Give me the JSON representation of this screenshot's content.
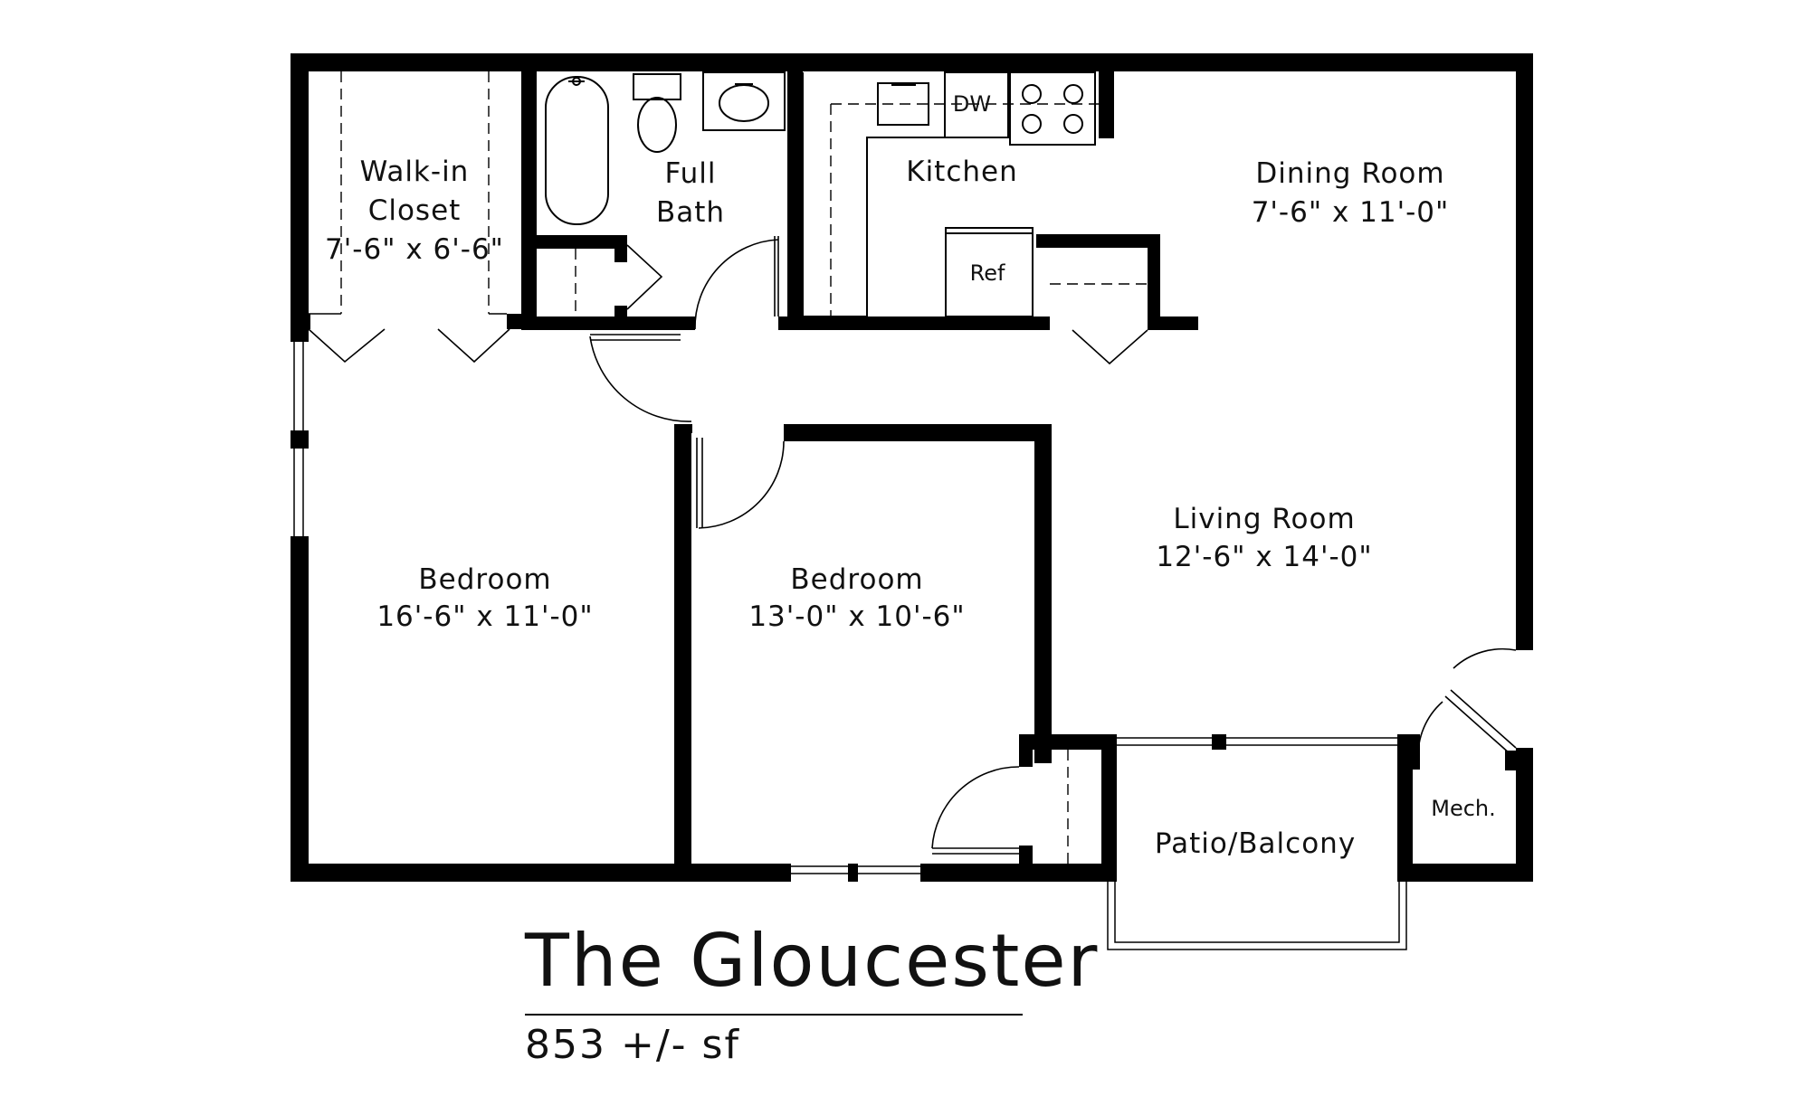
{
  "plan": {
    "title": "The Gloucester",
    "area": "853 +/- sf"
  },
  "rooms": {
    "walkin_closet": {
      "line1": "Walk-in",
      "line2": "Closet",
      "dims": "7'-6\" x 6'-6\""
    },
    "full_bath": {
      "line1": "Full",
      "line2": "Bath"
    },
    "kitchen": {
      "name": "Kitchen"
    },
    "dining_room": {
      "name": "Dining Room",
      "dims": "7'-6\" x 11'-0\""
    },
    "living_room": {
      "name": "Living Room",
      "dims": "12'-6\" x 14'-0\""
    },
    "bedroom_1": {
      "name": "Bedroom",
      "dims": "16'-6\" x 11'-0\""
    },
    "bedroom_2": {
      "name": "Bedroom",
      "dims": "13'-0\" x 10'-6\""
    },
    "patio": {
      "name": "Patio/Balcony"
    },
    "mech": {
      "name": "Mech."
    }
  },
  "fixtures": {
    "dishwasher": "DW",
    "refrigerator": "Ref"
  },
  "colors": {
    "wall": "#000000",
    "background": "#ffffff"
  }
}
